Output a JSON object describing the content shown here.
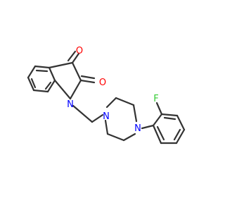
{
  "molecule": {
    "atoms": {
      "oxygen_ketone": "O",
      "oxygen_amide": "O",
      "nitrogen_indole": "N",
      "nitrogen_piperazine_1": "N",
      "nitrogen_piperazine_4": "N",
      "fluorine": "F"
    },
    "colors": {
      "bond": "#333333",
      "oxygen": "#ff0000",
      "nitrogen": "#0000ff",
      "fluorine": "#33cc33"
    }
  }
}
